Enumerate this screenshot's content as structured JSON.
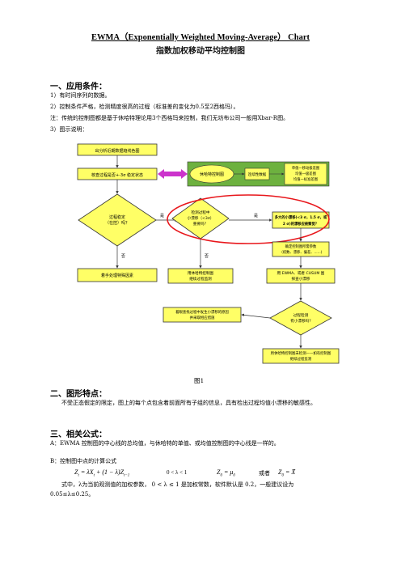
{
  "title_en": "EWMA（Exponentially Weighted Moving-Average） Chart",
  "title_cn": "指数加权移动平均控制图",
  "section1": {
    "heading": "一、应用条件：",
    "items": [
      "1）有时间序列的数据。",
      "2）控制条件严格，检测精度很高的过程（标准差的变化为0.5至2西格玛）。",
      "注：传统的控制图都是基于休哈特理论用3个西格玛来控制，我们无坊布公司一般用Xbar-R图。",
      "3）图示说明："
    ]
  },
  "flowchart": {
    "top_box": "出分析近期数据趋线色图",
    "judge_box": "核查过程是否+-3σ 稳定状态",
    "shewhart_label": "休哈特控制图",
    "continuous_label": "连续性数据",
    "right_top_lines": [
      "单值一移动极差图",
      "均值一极差图",
      "均值一标准差图"
    ],
    "stable_diamond": [
      "过程稳定",
      "（在控）吗？"
    ],
    "small_shift_diamond": [
      "检测过程中",
      "小漂移（<3σ）",
      "重要吗？"
    ],
    "yes": "是",
    "no": "否",
    "right_result_lines": [
      "多大的小漂移(<3 σ，1.5 σ，或",
      "2 σ)的漂移应被察觉？"
    ],
    "param_box_lines": [
      "确定控制图所需参数",
      "（权数、漂移、偏差、......)"
    ],
    "left_action": "着手处理特殊因素",
    "middle_action_lines": [
      "用休哈特控制图",
      "继续过程监测"
    ],
    "ewma_box_lines": [
      "用 EWMA、或者 CUSUM 图",
      "探查小漂移"
    ],
    "action_lines": [
      "着眼查找过程中发生小漂移的原因",
      "并采取相应措施"
    ],
    "process_diamond_lines": [
      "过程检测",
      "有小漂移吗?"
    ],
    "bottom_box_lines": [
      "用休哈特控制图未检测——如有控制图",
      "继续过程监测"
    ]
  },
  "figure_caption": "图1",
  "section2": {
    "heading": "二、图形特点：",
    "text": "不受正态假定的限定，图上的每个点包含着前面所有子组的信息，具有检出过程均值小漂移的敏感性。"
  },
  "section3": {
    "heading": "三、相关公式：",
    "a": "A：EWMA 控制图的中心线的总均值，与休哈特的单值、或均值控制图的中心线是一样的。",
    "b": "B：控制图中点的计算公式",
    "formula_main": "Z",
    "formula_main_sub": "t",
    "formula_rhs": "= λX",
    "formula_rhs_sub": "t",
    "formula_rhs2": "+ (1 − λ)Z",
    "formula_rhs2_sub": "t−1",
    "formula_range": "0 < λ < 1",
    "formula_z0": "Z",
    "formula_z0_sub": "0",
    "formula_z0_rhs": "= μ",
    "formula_z0_rhs_sub": "0",
    "formula_or": "或者",
    "formula_z0b": "Z",
    "formula_z0b_sub": "0",
    "formula_z0b_rhs": "= X̄",
    "note_line1": "式中，λ为当前观测值的加权参数，  0 < λ ≤ 1  是加权常数，软件默认是 0.2，一般建议设为",
    "note_line2": "0.05≤λ≤0.25。"
  },
  "colors": {
    "green": "#6db13f",
    "yellow": "#ffff66",
    "magenta": "#cc33cc",
    "red": "#e8161b",
    "outline": "#333333"
  }
}
